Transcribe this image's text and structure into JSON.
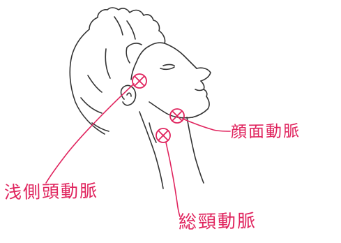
{
  "labels": {
    "superficial_temporal_artery": "浅側頭動脈",
    "facial_artery": "顔面動脈",
    "common_carotid_artery": "総頸動脈"
  },
  "colors": {
    "ink": "#333333",
    "accent": "#e0245e"
  }
}
